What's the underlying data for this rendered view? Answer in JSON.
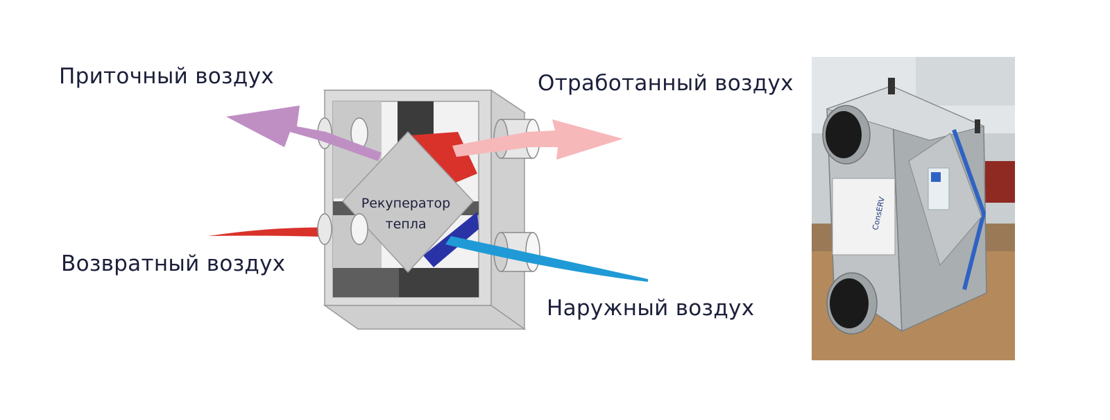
{
  "diagram": {
    "labels": {
      "supply_air": "Приточный воздух",
      "exhaust_air": "Отработанный воздух",
      "return_air": "Возвратный воздух",
      "outdoor_air": "Наружный воздух"
    },
    "core": {
      "line1": "Рекуператор",
      "line2": "тепла"
    },
    "colors": {
      "supply_arrow": "#bf8fc4",
      "exhaust_arrow": "#f7b8b9",
      "return_stream": "#d9322b",
      "outdoor_stream": "#1f9ad6",
      "core_face": "#c8c8c8",
      "housing": "#d8d8d8"
    }
  },
  "photo": {
    "brand_text": "ConsERV"
  }
}
